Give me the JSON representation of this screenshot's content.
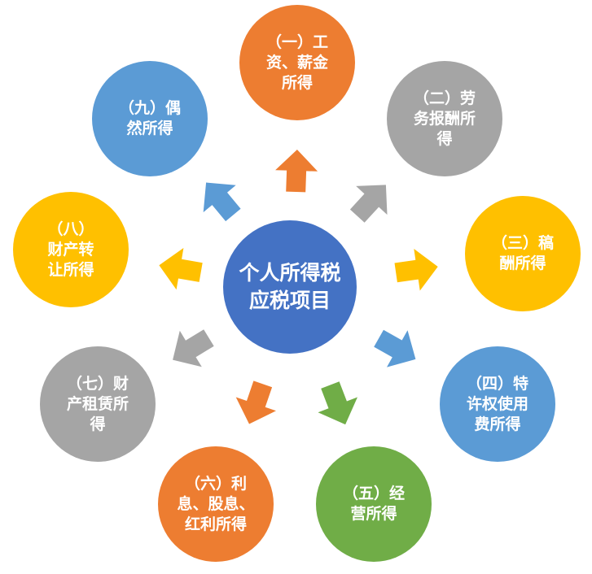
{
  "center": {
    "label": "个人所得税\n应税项目",
    "color": "#4472C4"
  },
  "items": [
    {
      "label": "（一）工\n资、薪金\n所得",
      "color": "#ED7D31"
    },
    {
      "label": "（二）劳\n务报酬所\n得",
      "color": "#A5A5A5"
    },
    {
      "label": "（三）稿\n酬所得",
      "color": "#FFC000"
    },
    {
      "label": "（四）特\n许权使用\n费所得",
      "color": "#5B9BD5"
    },
    {
      "label": "（五）经\n营所得",
      "color": "#70AD47"
    },
    {
      "label": "（六）利\n息、股息、\n红利所得",
      "color": "#ED7D31"
    },
    {
      "label": "（七）财\n产租赁所\n得",
      "color": "#A5A5A5"
    },
    {
      "label": "（八）\n财产转\n让所得",
      "color": "#FFC000"
    },
    {
      "label": "（九）偶\n然所得",
      "color": "#5B9BD5"
    }
  ]
}
